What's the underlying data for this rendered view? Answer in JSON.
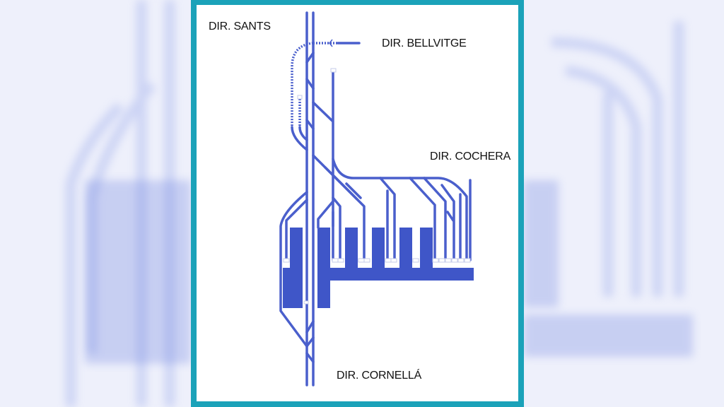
{
  "labels": {
    "sants": "DIR. SANTS",
    "bellvitge": "DIR. BELLVITGE",
    "cochera": "DIR. COCHERA",
    "cornella": "DIR. CORNELLÁ"
  },
  "colors": {
    "track": "#4a5fcc",
    "platform": "#3f56c8",
    "frame": "#1ba2b9",
    "background": "#ffffff"
  }
}
